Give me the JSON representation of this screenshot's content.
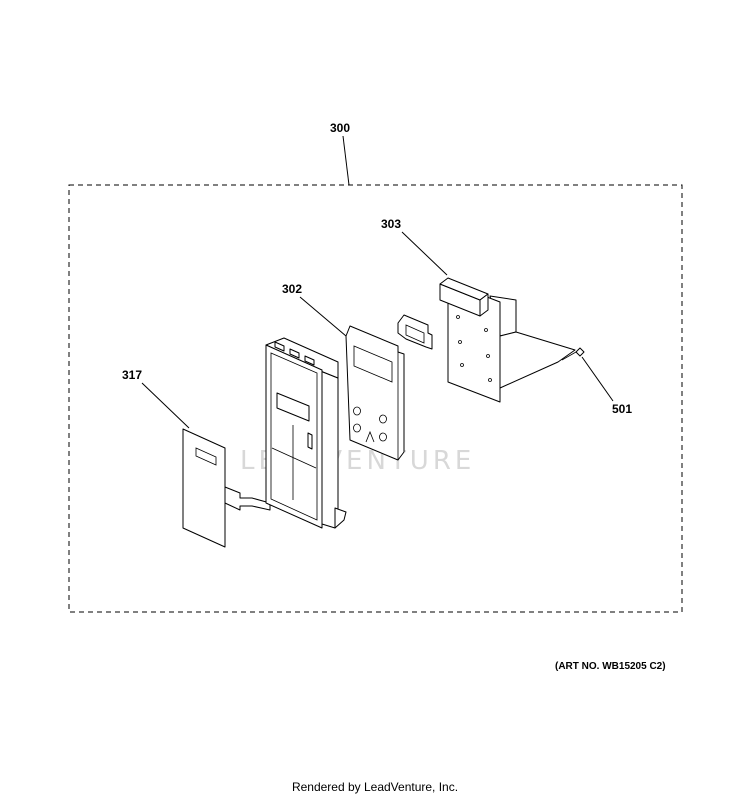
{
  "watermark": "LEADVENTURE",
  "callouts": [
    {
      "id": "300",
      "label": "300"
    },
    {
      "id": "303",
      "label": "303"
    },
    {
      "id": "302",
      "label": "302"
    },
    {
      "id": "317",
      "label": "317"
    },
    {
      "id": "501",
      "label": "501"
    }
  ],
  "art_number": "(ART NO. WB15205 C2)",
  "footer": "Rendered by LeadVenture, Inc."
}
